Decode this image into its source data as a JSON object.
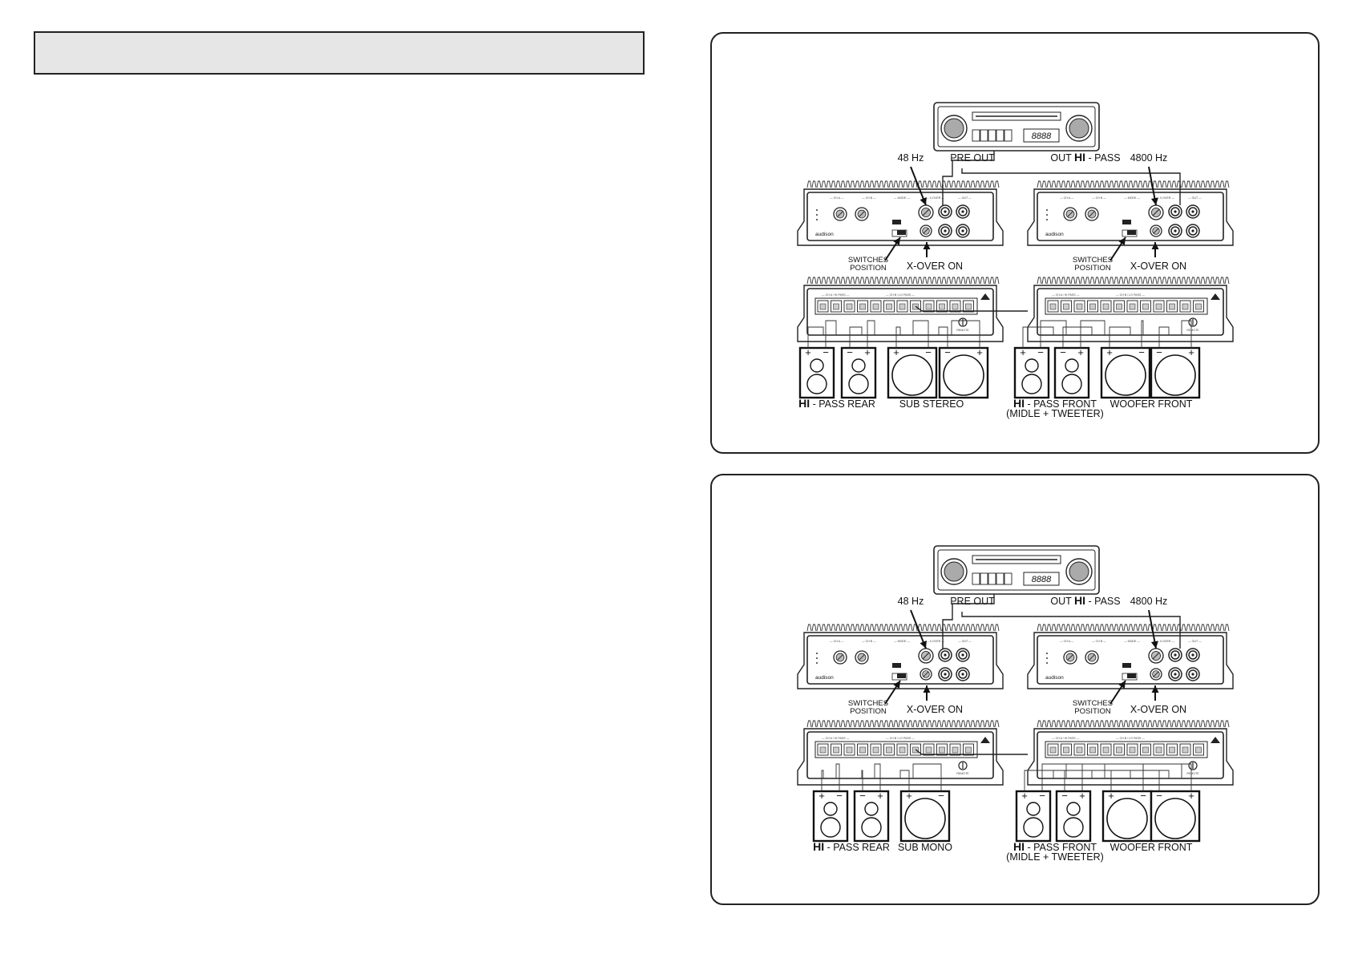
{
  "title": "",
  "diagrams": [
    {
      "id": "top",
      "labels": {
        "left_freq": "48 Hz",
        "pre_out": "PRE OUT",
        "out_hi_pass_strong": "HI",
        "out_hi_pass_prefix": "OUT ",
        "out_hi_pass_suffix": " - PASS",
        "right_freq": "4800 Hz",
        "switches_left_1": "SWITCHES",
        "switches_left_2": "POSITION",
        "xover_left": "X-OVER ON",
        "switches_right_1": "SWITCHES",
        "switches_right_2": "POSITION",
        "xover_right": "X-OVER ON",
        "group1_strong": "HI",
        "group1_rest": " - PASS REAR",
        "group2": "SUB STEREO",
        "group3_strong": "HI",
        "group3_rest": " - PASS FRONT",
        "group3_line2": "(MIDLE + TWEETER)",
        "group4": "WOOFER FRONT"
      },
      "speakers": [
        {
          "kind": "two-way",
          "polarity": "+ −"
        },
        {
          "kind": "two-way",
          "polarity": "− +"
        },
        {
          "kind": "woofer",
          "polarity": "+ −"
        },
        {
          "kind": "woofer",
          "polarity": "− +"
        },
        {
          "kind": "two-way",
          "polarity": "+ −"
        },
        {
          "kind": "two-way",
          "polarity": "− +"
        },
        {
          "kind": "woofer",
          "polarity": "+ −"
        },
        {
          "kind": "woofer",
          "polarity": "− +"
        }
      ]
    },
    {
      "id": "bottom",
      "labels": {
        "left_freq": "48 Hz",
        "pre_out": "PRE OUT",
        "out_hi_pass_strong": "HI",
        "out_hi_pass_prefix": "OUT ",
        "out_hi_pass_suffix": " - PASS",
        "right_freq": "4800 Hz",
        "switches_left_1": "SWITCHES",
        "switches_left_2": "POSITION",
        "xover_left": "X-OVER ON",
        "switches_right_1": "SWITCHES",
        "switches_right_2": "POSITION",
        "xover_right": "X-OVER ON",
        "group1_strong": "HI",
        "group1_rest": " - PASS REAR",
        "group2": "SUB MONO",
        "group3_strong": "HI",
        "group3_rest": " - PASS FRONT",
        "group3_line2": "(MIDLE + TWEETER)",
        "group4": "WOOFER FRONT"
      },
      "speakers": [
        {
          "kind": "two-way",
          "polarity": "+ −"
        },
        {
          "kind": "two-way",
          "polarity": "− +"
        },
        {
          "kind": "woofer",
          "polarity": "+ −"
        },
        {
          "kind": "two-way",
          "polarity": "+ −"
        },
        {
          "kind": "two-way",
          "polarity": "− +"
        },
        {
          "kind": "woofer",
          "polarity": "+ −"
        },
        {
          "kind": "woofer",
          "polarity": "− +"
        }
      ]
    }
  ],
  "amplifier_brand": "audison",
  "amplifier_remote": "REMOTE",
  "head_unit_display": "8888"
}
